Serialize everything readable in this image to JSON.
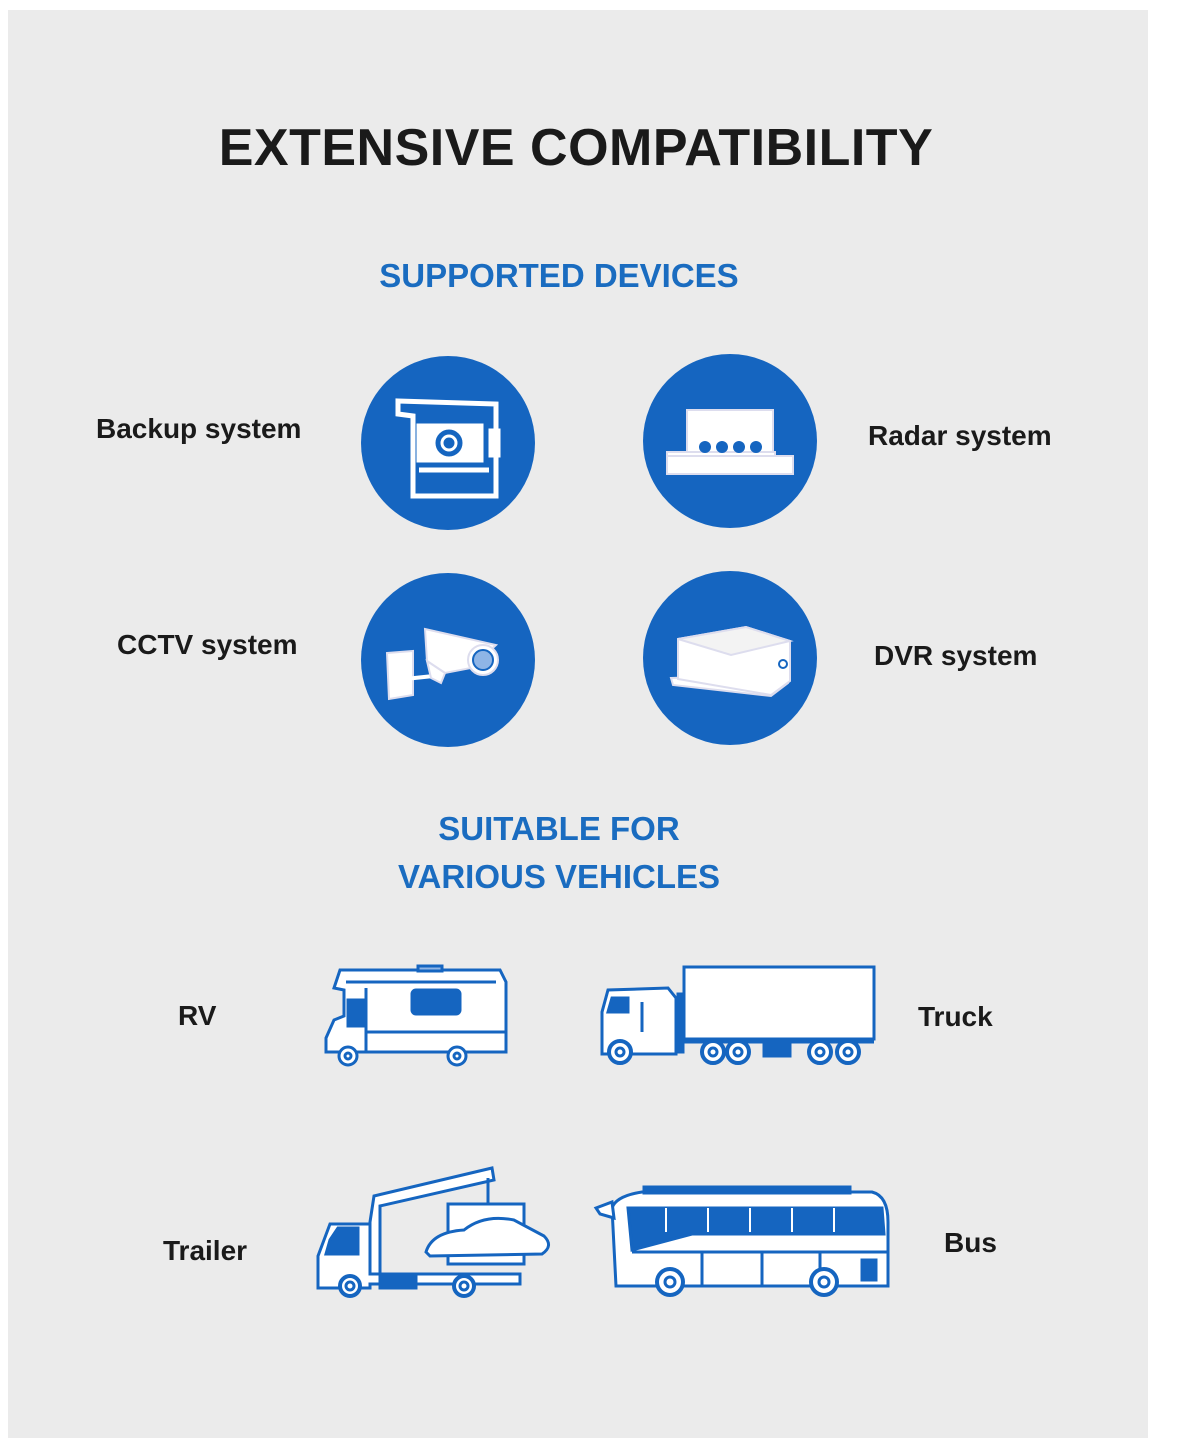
{
  "title": "EXTENSIVE COMPATIBILITY",
  "devices": {
    "heading": "SUPPORTED DEVICES",
    "items": [
      {
        "label": "Backup system",
        "icon": "backup-camera-icon"
      },
      {
        "label": "Radar system",
        "icon": "radar-box-icon"
      },
      {
        "label": "CCTV system",
        "icon": "cctv-camera-icon"
      },
      {
        "label": "DVR system",
        "icon": "dvr-box-icon"
      }
    ]
  },
  "vehicles": {
    "heading_line1": "SUITABLE FOR",
    "heading_line2": "VARIOUS VEHICLES",
    "items": [
      {
        "label": "RV",
        "icon": "rv-icon"
      },
      {
        "label": "Truck",
        "icon": "truck-icon"
      },
      {
        "label": "Trailer",
        "icon": "tow-truck-icon"
      },
      {
        "label": "Bus",
        "icon": "bus-icon"
      }
    ]
  },
  "colors": {
    "accent": "#1565c0",
    "background": "#ebebeb",
    "text": "#1a1a1a"
  }
}
